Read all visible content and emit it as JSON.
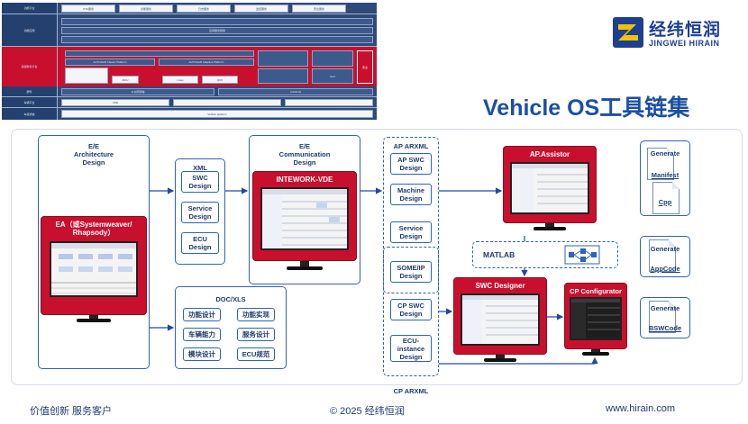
{
  "title": "Vehicle OS工具链集",
  "logo": {
    "cn": "经纬恒润",
    "en": "JINGWEI HIRAIN"
  },
  "architecture": {
    "rows": [
      "功能平台",
      "功能应用",
      "基础软件平台",
      "硬件",
      "车辆平台",
      "车载通信"
    ],
    "cells": [
      "OTA服务",
      "诊断服务",
      "日志服务",
      "监控服务",
      "安全服务",
      "应用服务框架",
      "AUTOSAR Classic Platform",
      "AUTOSAR Adaptive Platform",
      "Linux",
      "QNX",
      "MCU",
      "SoC",
      "以太网通信",
      "CAN/LIN",
      "VDE",
      "Vehicle platform"
    ],
    "side_label": "安全"
  },
  "diagram": {
    "ee_arch": "E/E\nArchitecture\nDesign",
    "ea": {
      "title": "EA（或Systemweaver/\nRhapsody）"
    },
    "xml": {
      "label": "XML",
      "items": [
        "SWC\nDesign",
        "Service\nDesign",
        "ECU\nDesign"
      ]
    },
    "doc": {
      "label": "DOC/XLS",
      "items": [
        "功能设计",
        "功能实现",
        "车辆能力",
        "服务设计",
        "模块设计",
        "ECU规范"
      ]
    },
    "ee_comm": "E/E\nCommunication\nDesign",
    "intework": {
      "title": "INTEWORK-VDE"
    },
    "ap_arxml": {
      "label": "AP ARXML",
      "items": [
        "AP SWC\nDesign",
        "Machine\nDesign",
        "Service\nDesign"
      ]
    },
    "cp_group": {
      "items": [
        "SOME/IP\nDesign",
        "CP SWC\nDesign",
        "ECU-\ninstance\nDesign"
      ]
    },
    "cp_arxml": "CP ARXML",
    "ap_assistor": {
      "title": "AP.Assistor"
    },
    "matlab": "MATLAB",
    "swc_designer": {
      "title": "SWC Designer"
    },
    "cp_configurator": {
      "title": "CP Configurator"
    },
    "generate": [
      {
        "label": "Generate",
        "items": [
          "Manifest",
          "Cpp"
        ]
      },
      {
        "label": "Generate",
        "items": [
          "AppCode"
        ]
      },
      {
        "label": "Generate",
        "items": [
          "BSWCode"
        ]
      }
    ]
  },
  "footer": {
    "slogan": "价值创新 服务客户",
    "copyright": "© 2025 经纬恒润",
    "url": "www.hirain.com"
  },
  "colors": {
    "primary": "#1c4fa3",
    "accent": "#c8102e",
    "line": "#1f4aa0"
  }
}
